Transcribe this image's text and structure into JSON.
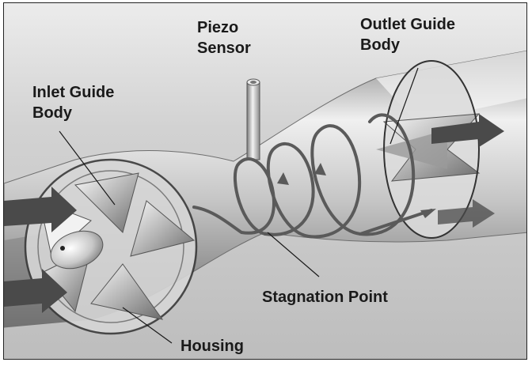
{
  "labels": {
    "piezo_sensor": "Piezo\nSensor",
    "outlet_guide_body": "Outlet Guide\nBody",
    "inlet_guide_body": "Inlet Guide\nBody",
    "stagnation_point": "Stagnation Point",
    "housing": "Housing"
  },
  "colors": {
    "ink": "#1a1a1a",
    "metal_light": "#f4f4f4",
    "metal_mid": "#b9b9b9",
    "metal_dark": "#5e5e5e",
    "arrow": "#4a4a4a"
  }
}
